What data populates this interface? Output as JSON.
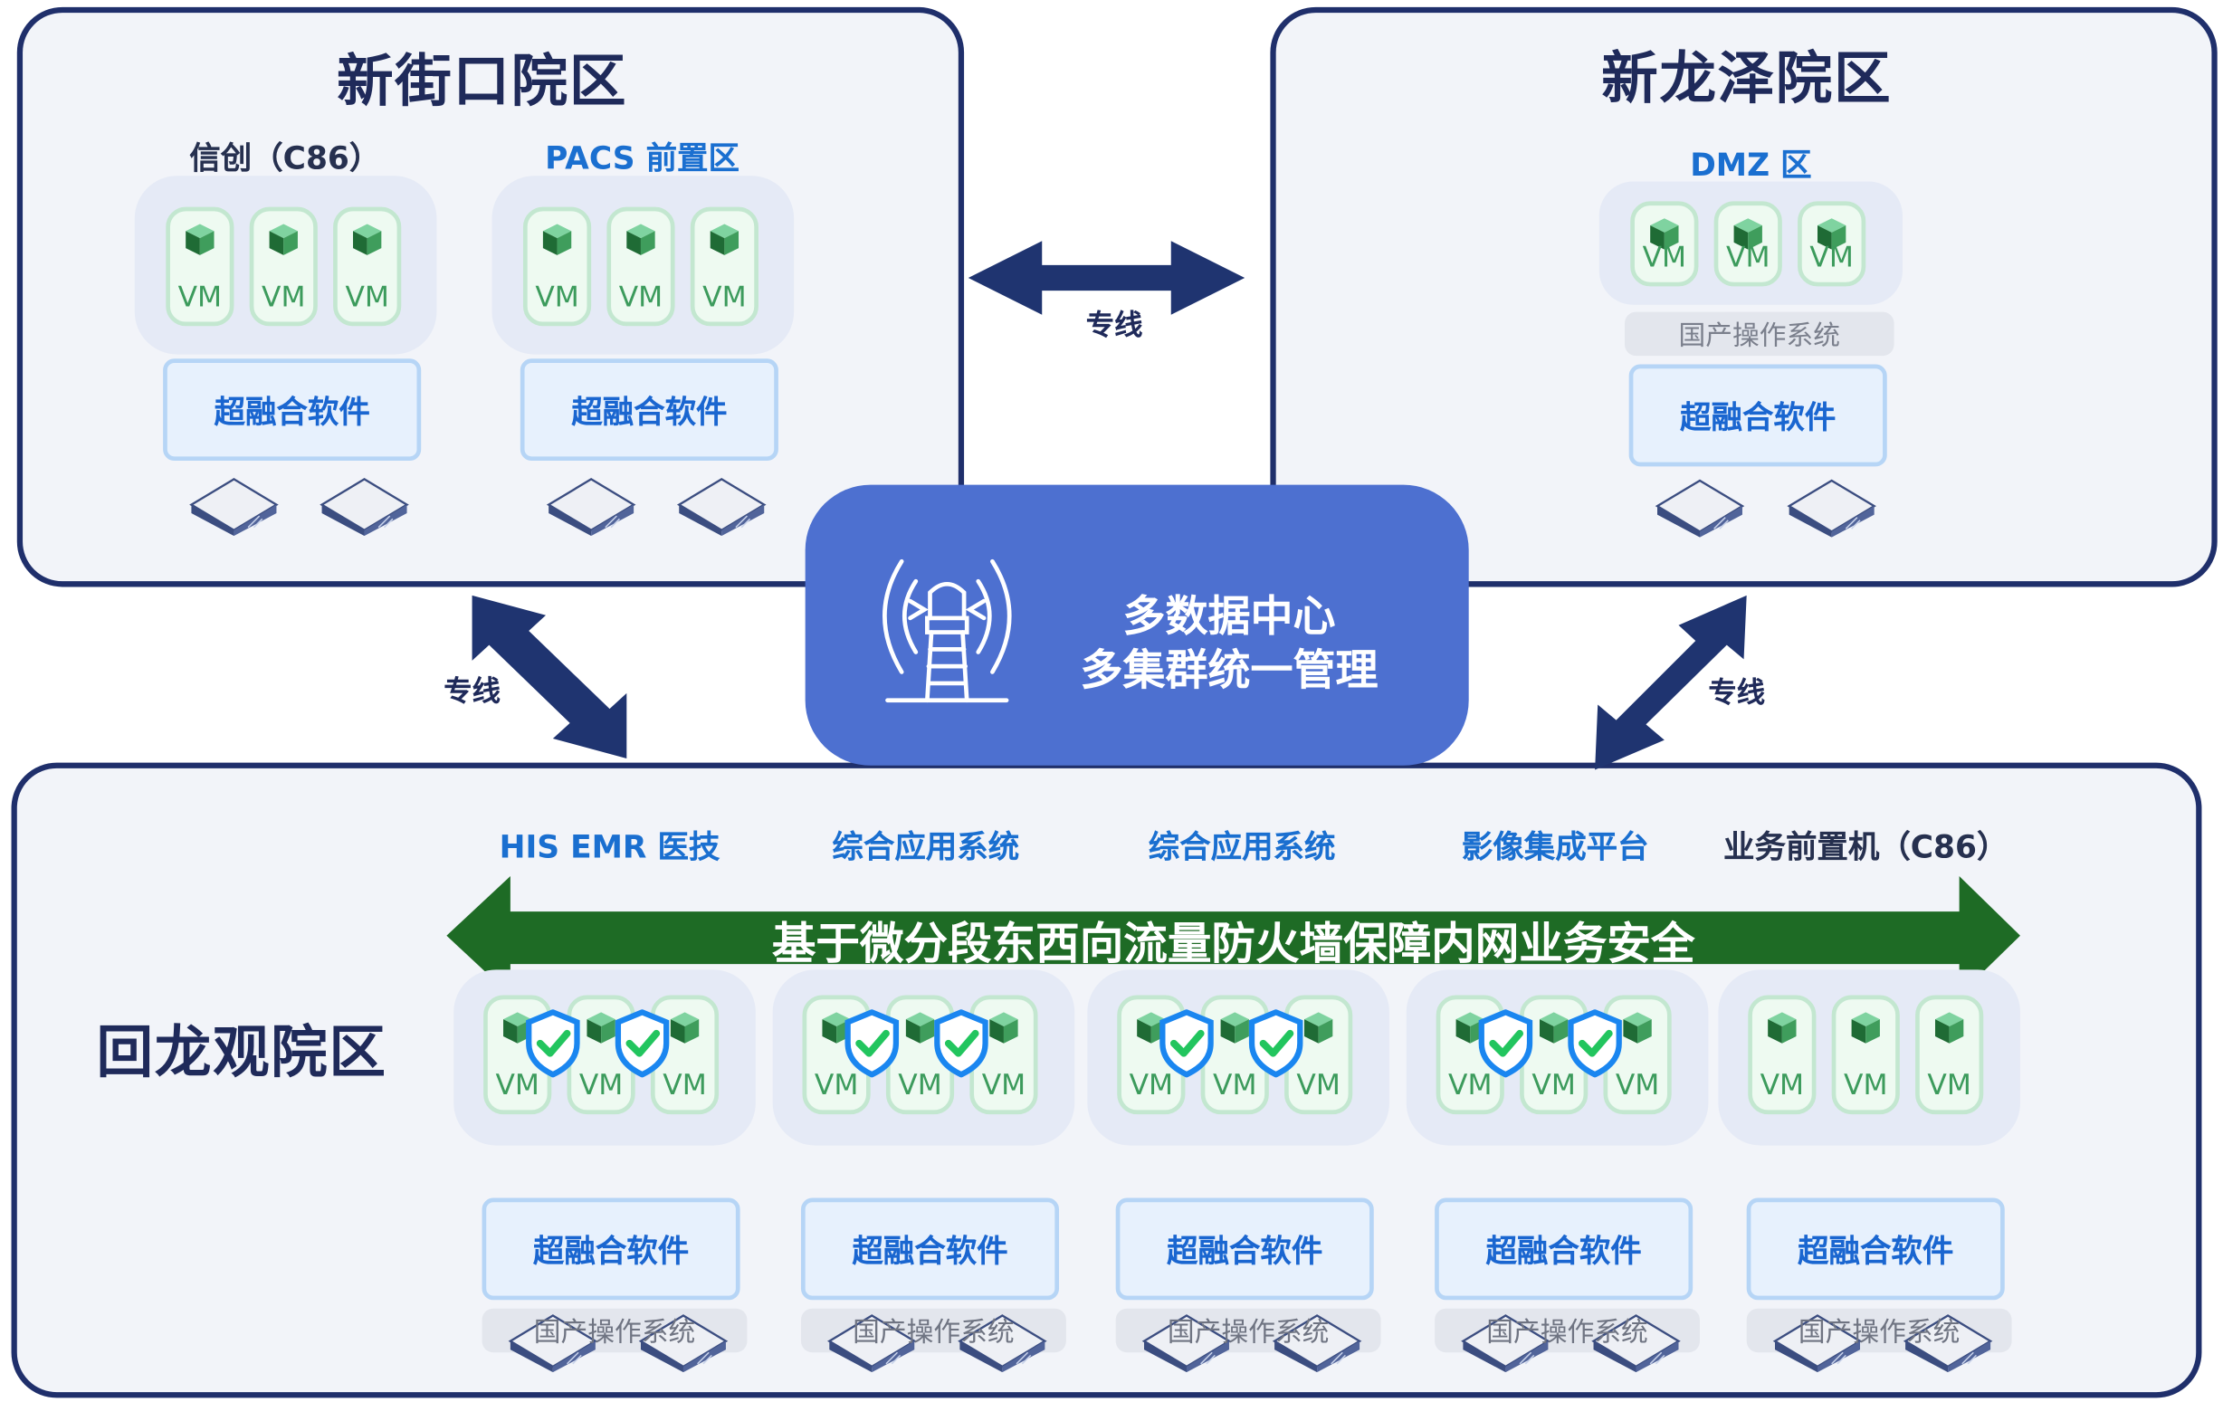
{
  "colors": {
    "navy": "#1f2f6b",
    "accent_blue": "#1a6fd0",
    "center_box": "#4d70d0",
    "banner_green": "#1e6b25",
    "vm_green": "#3c9b5c",
    "shield_blue": "#1a86f0",
    "check_green": "#22c55e"
  },
  "sites": {
    "xinjiekou": {
      "title": "新街口院区",
      "groups": [
        {
          "label": "信创（C86）",
          "vms": [
            "VM",
            "VM",
            "VM"
          ],
          "hyper": "超融合软件"
        },
        {
          "label": "PACS 前置区",
          "vms": [
            "VM",
            "VM",
            "VM"
          ],
          "hyper": "超融合软件"
        }
      ]
    },
    "xinlongze": {
      "title": "新龙泽院区",
      "group": {
        "label": "DMZ 区",
        "vms": [
          "VM",
          "VM",
          "VM"
        ],
        "os": "国产操作系统",
        "hyper": "超融合软件"
      }
    },
    "huilongguan": {
      "title": "回龙观院区",
      "banner": "基于微分段东西向流量防火墙保障内网业务安全",
      "groups": [
        {
          "label": "HIS EMR 医技",
          "vms": [
            "VM",
            "VM",
            "VM"
          ],
          "hyper": "超融合软件",
          "os": "国产操作系统",
          "shields": 2
        },
        {
          "label": "综合应用系统",
          "vms": [
            "VM",
            "VM",
            "VM"
          ],
          "hyper": "超融合软件",
          "os": "国产操作系统",
          "shields": 2
        },
        {
          "label": "综合应用系统",
          "vms": [
            "VM",
            "VM",
            "VM"
          ],
          "hyper": "超融合软件",
          "os": "国产操作系统",
          "shields": 2
        },
        {
          "label": "影像集成平台",
          "vms": [
            "VM",
            "VM",
            "VM"
          ],
          "hyper": "超融合软件",
          "os": "国产操作系统",
          "shields": 2
        },
        {
          "label": "业务前置机（C86）",
          "vms": [
            "VM",
            "VM",
            "VM"
          ],
          "hyper": "超融合软件",
          "os": "国产操作系统",
          "shields": 0
        }
      ]
    }
  },
  "center": {
    "line1": "多数据中心",
    "line2": "多集群统一管理",
    "icon": "lighthouse-icon"
  },
  "links": {
    "top": "专线",
    "left": "专线",
    "right": "专线"
  }
}
